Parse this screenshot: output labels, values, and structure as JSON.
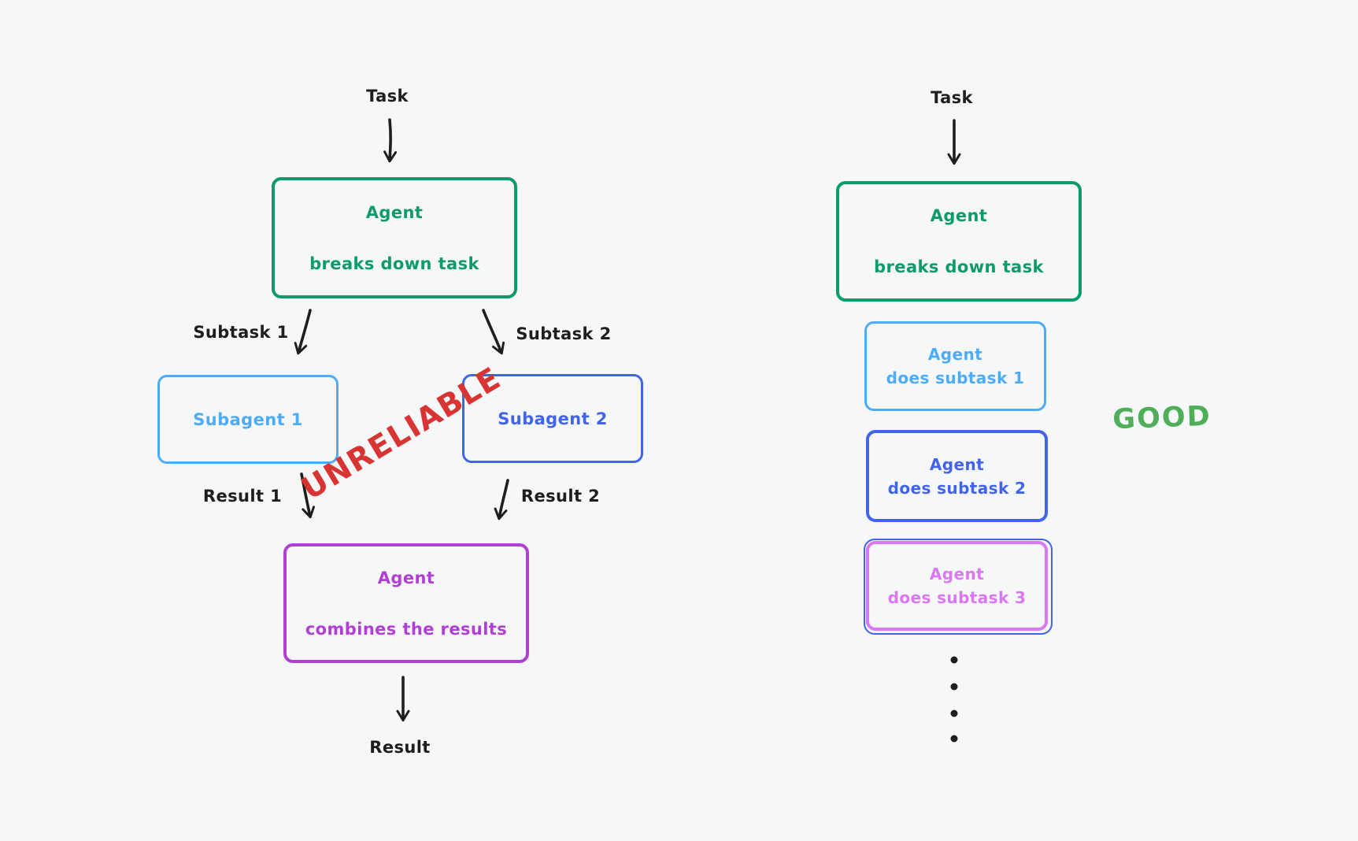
{
  "colors": {
    "background": "#f6f7f9",
    "ink": "#1e1e1e",
    "green": "#0e9b6c",
    "light_blue": "#4dabf7",
    "royal_blue": "#4263eb",
    "purple": "#b03fd4",
    "pink": "#da77f2",
    "red": "#d93434",
    "good_green": "#4fae57"
  },
  "left_diagram": {
    "task_label": "Task",
    "planner_box": {
      "line1": "Agent",
      "line2": "breaks down task"
    },
    "subtask1_label": "Subtask 1",
    "subtask2_label": "Subtask 2",
    "subagent1_box": {
      "label": "Subagent 1"
    },
    "subagent2_box": {
      "label": "Subagent 2"
    },
    "unreliable_stamp": "UNRELIABLE",
    "result1_label": "Result 1",
    "result2_label": "Result 2",
    "combiner_box": {
      "line1": "Agent",
      "line2": "combines the results"
    },
    "result_label": "Result"
  },
  "right_diagram": {
    "task_label": "Task",
    "planner_box": {
      "line1": "Agent",
      "line2": "breaks down task"
    },
    "step_boxes": [
      {
        "line1": "Agent",
        "line2": "does subtask 1"
      },
      {
        "line1": "Agent",
        "line2": "does subtask 2"
      },
      {
        "line1": "Agent",
        "line2": "does subtask 3"
      }
    ],
    "good_label": "GOOD"
  }
}
